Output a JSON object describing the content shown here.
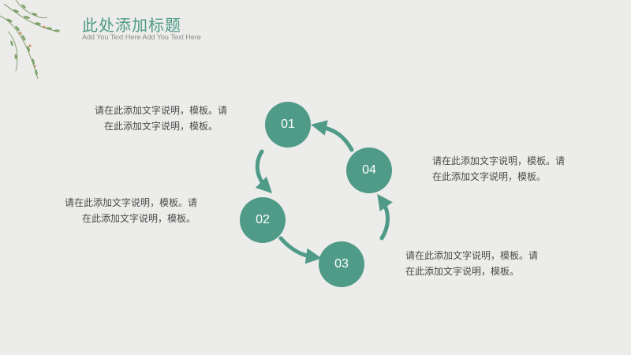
{
  "slide": {
    "title": "此处添加标题",
    "subtitle": "Add You Text Here Add You Text Here"
  },
  "steps": [
    {
      "number": "01",
      "line1": "请在此添加文字说明，模板。请",
      "line2": "在此添加文字说明，模板。"
    },
    {
      "number": "02",
      "line1": "请在此添加文字说明，模板。请",
      "line2": "在此添加文字说明，模板。"
    },
    {
      "number": "03",
      "line1": "请在此添加文字说明，模板。请",
      "line2": "在此添加文字说明，模板。"
    },
    {
      "number": "04",
      "line1": "请在此添加文字说明，模板。请",
      "line2": "在此添加文字说明，模板。"
    }
  ],
  "colors": {
    "accent": "#4f9b88",
    "background": "#ececea",
    "text": "#4a4a4a"
  },
  "decoration": {
    "corner_image": "leaf-branch-icon"
  }
}
